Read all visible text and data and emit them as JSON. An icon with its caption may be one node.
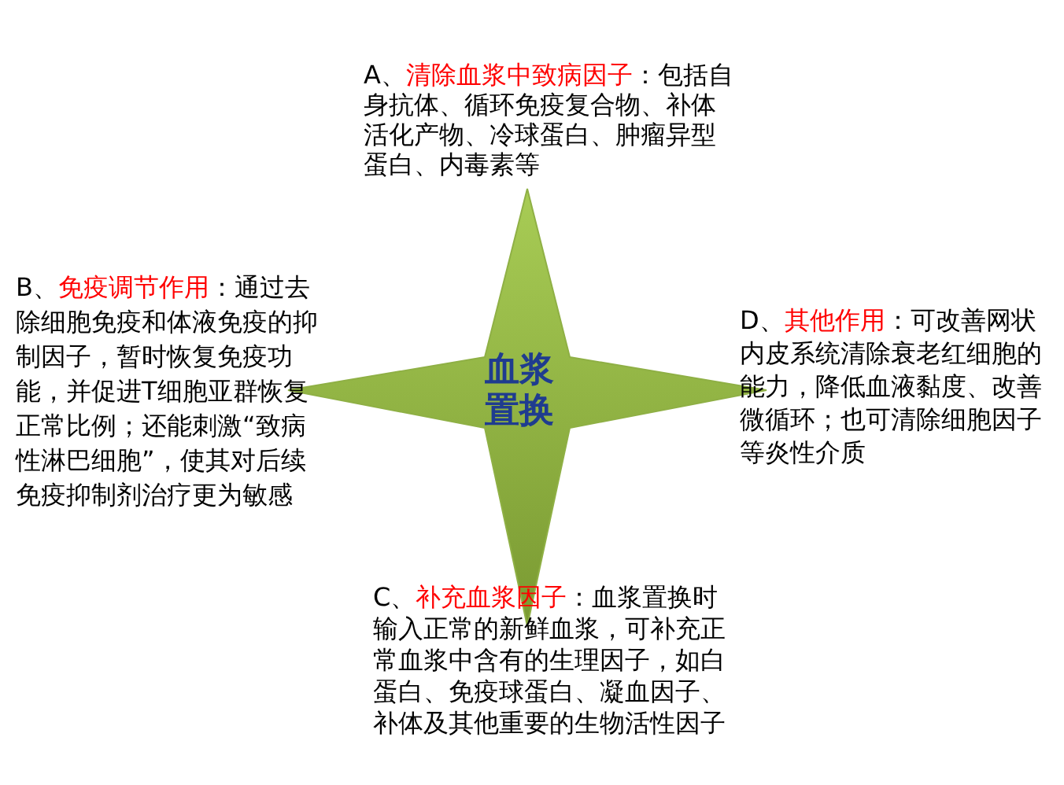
{
  "diagram": {
    "nodes": [
      {
        "text": [
          "血浆置换"
        ]
      }
    ],
    "labels": [
      "A、**清除血浆中致病因子**：包括自身抗体、循环免疫复合物、补体活化产物、冷球蛋白、肿瘤异型蛋白、内毒素等",
      "B、**免疫调节作用**：通过去除细胞免疫和体液免疫的抑制因子，暂时恢复免疫功能，并促进T细胞亚群恢复正常比例；还能刺激“致病性淋巴细胞”，使其对后续免疫抑制剂治疗更为敏感",
      "D、**其他作用**：可改善网状内皮系统清除衰老红细胞的能力，降低血液黏度、改善微循环；也可清除细胞因子等炎性介质",
      "C、**补充血浆因子**：血浆置换时输入正常的新鲜血浆，可补充正常血浆中含有的生理因子，如白蛋白、免疫球蛋白、凝血因子、补体及其他重要的生物活性因子"
    ]
  }
}
